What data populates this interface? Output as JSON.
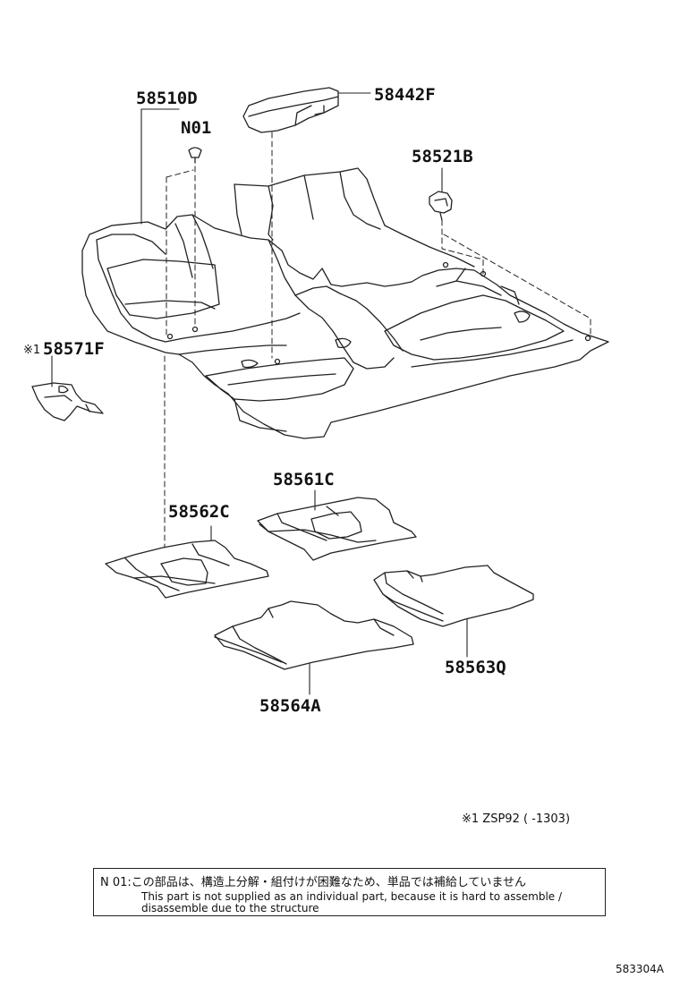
{
  "parts": {
    "p58510D": "58510D",
    "pN01": "N01",
    "p58442F": "58442F",
    "p58521B": "58521B",
    "p58571F": "58571F",
    "p58571F_mark": "※1",
    "p58561C": "58561C",
    "p58562C": "58562C",
    "p58563Q": "58563Q",
    "p58564A": "58564A"
  },
  "footnote": "※1 ZSP92 (      -1303)",
  "note": {
    "jp": "N 01:この部品は、構造上分解・組付けが困難なため、単品では補給していません",
    "en_line1": "This part is not supplied as an individual part, because it is hard to assemble /",
    "en_line2": "disassemble due to the structure"
  },
  "figure_code": "583304A"
}
